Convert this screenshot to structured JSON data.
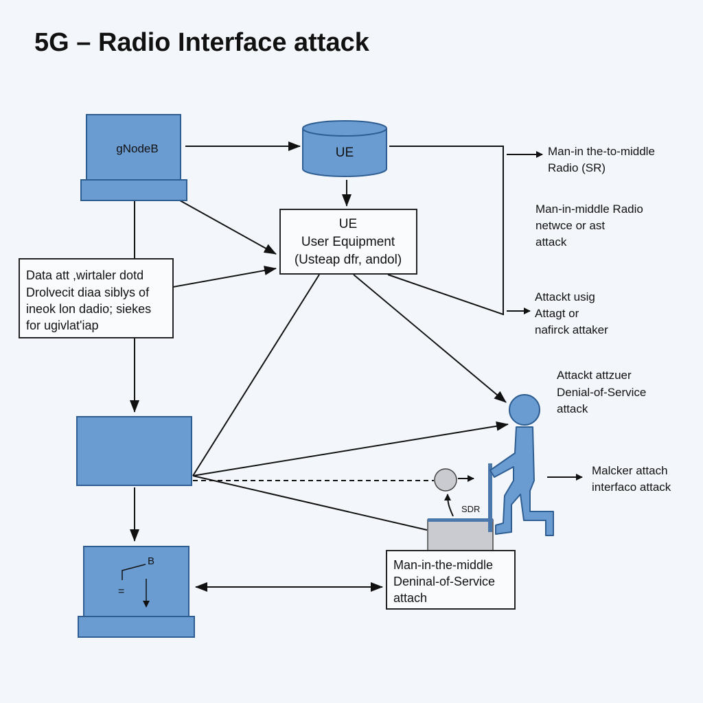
{
  "title": "5G – Radio Interface attack",
  "colors": {
    "node_fill": "#6a9bd1",
    "node_stroke": "#2e5d92",
    "background": "#f3f6fa",
    "device_gray": "#c9cbd0"
  },
  "nodes": {
    "gnodeb": "gNodeB",
    "ue_cylinder": "UE",
    "ue_box": [
      "UE",
      "User Equipment",
      "(Usteap dfr, andol)"
    ],
    "data_box": [
      "Data att ,wirtaler dotd",
      "Drolvecit diaa siblys of",
      "ineok lon dadio; siekes",
      "for ugivlat'iap"
    ],
    "bottom_monitor_label": "B",
    "bottom_monitor_symbol": "=",
    "sdr_label": "SDR",
    "mitm_box": [
      "Man-in-the-middle",
      "Deninal-of-Service",
      "attach"
    ]
  },
  "annotations": {
    "a1": [
      "Man-in the-to-middle",
      "Radio (SR)"
    ],
    "a2": [
      "Man-in-middle Radio",
      "netwce or ast",
      "attack"
    ],
    "a3": [
      "Attackt usig",
      "Attagt or",
      "nafirck attaker"
    ],
    "a4": [
      "Attackt attzuer",
      "Denial-of-Service",
      "attack"
    ],
    "a5": [
      "Malcker attach",
      "interfaco attack"
    ]
  }
}
